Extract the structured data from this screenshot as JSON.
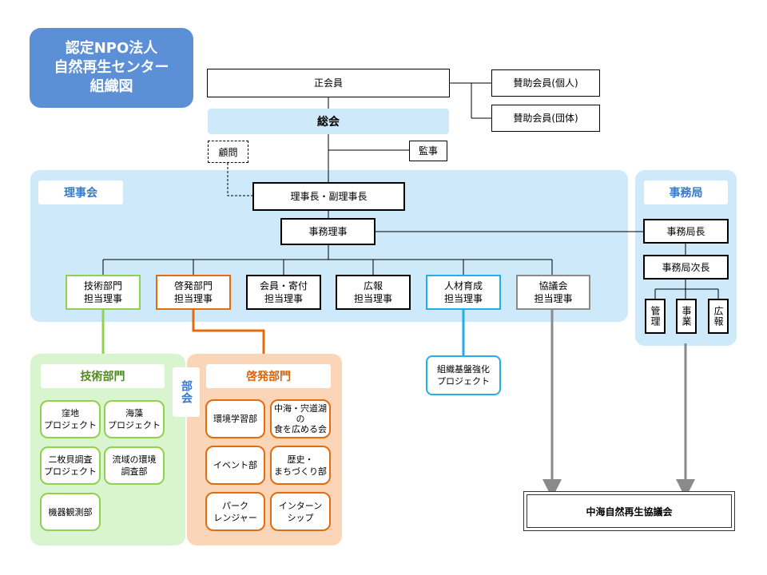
{
  "title": {
    "line1": "認定NPO法人",
    "line2": "自然再生センター",
    "line3": "組織図"
  },
  "top": {
    "regular_member": "正会員",
    "supporting_individual": "賛助会員(個人)",
    "supporting_group": "賛助会員(団体)",
    "general_assembly": "総会",
    "advisor": "顧問",
    "auditor": "監事"
  },
  "board": {
    "label": "理事会",
    "chair": "理事長・副理事長",
    "executive": "事務理事",
    "directors": [
      {
        "line1": "技術部門",
        "line2": "担当理事"
      },
      {
        "line1": "啓発部門",
        "line2": "担当理事"
      },
      {
        "line1": "会員・寄付",
        "line2": "担当理事"
      },
      {
        "line1": "広報",
        "line2": "担当理事"
      },
      {
        "line1": "人材育成",
        "line2": "担当理事"
      },
      {
        "line1": "協議会",
        "line2": "担当理事"
      }
    ]
  },
  "secretariat": {
    "label": "事務局",
    "head": "事務局長",
    "deputy": "事務局次長",
    "units": [
      "管理",
      "事業",
      "広報"
    ]
  },
  "committees_label": "部会",
  "tech_dept": {
    "label": "技術部門",
    "items": [
      {
        "line1": "窪地",
        "line2": "プロジェクト"
      },
      {
        "line1": "海藻",
        "line2": "プロジェクト"
      },
      {
        "line1": "二枚貝調査",
        "line2": "プロジェクト"
      },
      {
        "line1": "流域の環境",
        "line2": "調査部"
      },
      {
        "line1": "機器観測部",
        "line2": ""
      }
    ]
  },
  "edu_dept": {
    "label": "啓発部門",
    "items": [
      {
        "line1": "環境学習部",
        "line2": "",
        "line3": ""
      },
      {
        "line1": "中海・宍道湖",
        "line2": "の",
        "line3": "食を広める会"
      },
      {
        "line1": "イベント部",
        "line2": "",
        "line3": ""
      },
      {
        "line1": "歴史・",
        "line2": "まちづくり部",
        "line3": ""
      },
      {
        "line1": "パーク",
        "line2": "レンジャー",
        "line3": ""
      },
      {
        "line1": "インターン",
        "line2": "シップ",
        "line3": ""
      }
    ]
  },
  "hr_project": {
    "line1": "組織基盤強化",
    "line2": "プロジェクト"
  },
  "council": "中海自然再生協議会",
  "colors": {
    "title_bg": "#5b8fd6",
    "panel_blue": "#cde9fa",
    "tech_green": "#92d050",
    "tech_panel": "#d8f5cf",
    "edu_orange": "#e46c0a",
    "edu_panel": "#fbd5b8",
    "hr_cyan": "#22aee8",
    "arrow_gray": "#8a8a8a"
  }
}
